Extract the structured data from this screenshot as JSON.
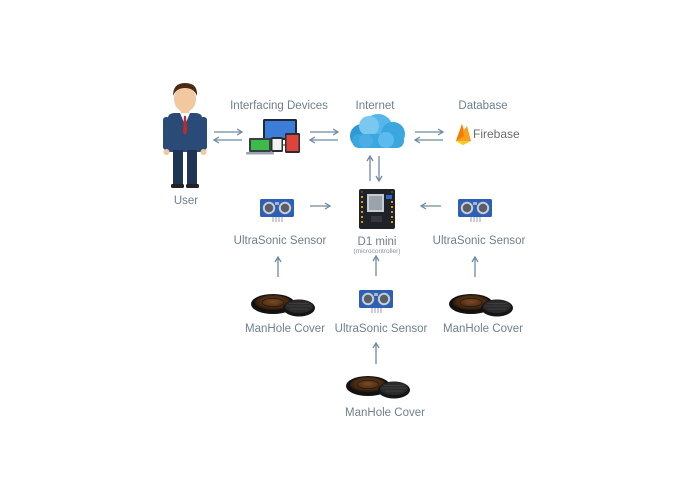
{
  "labels": {
    "user": "User",
    "interfacing_devices": "Interfacing Devices",
    "internet": "Internet",
    "database": "Database",
    "firebase": "Firebase",
    "d1_mini": "D1 mini",
    "microcontroller": "(microcontroller)",
    "sensor_left": "UltraSonic Sensor",
    "sensor_right": "UltraSonic Sensor",
    "sensor_bottom": "UltraSonic Sensor",
    "cover_left": "ManHole Cover",
    "cover_center": "ManHole Cover",
    "cover_right": "ManHole Cover"
  },
  "colors": {
    "label": "#6f7f8c",
    "arrow": "#6e8aa0",
    "cloud": "#3aa7e0",
    "sensor_board": "#2d5fb4",
    "firebase_orange": "#f6a020",
    "suit": "#2a4a78"
  },
  "icons": [
    "user-figure-icon",
    "devices-icon",
    "cloud-icon",
    "firebase-flame-icon",
    "microcontroller-icon",
    "ultrasonic-sensor-icon",
    "manhole-cover-icon"
  ]
}
